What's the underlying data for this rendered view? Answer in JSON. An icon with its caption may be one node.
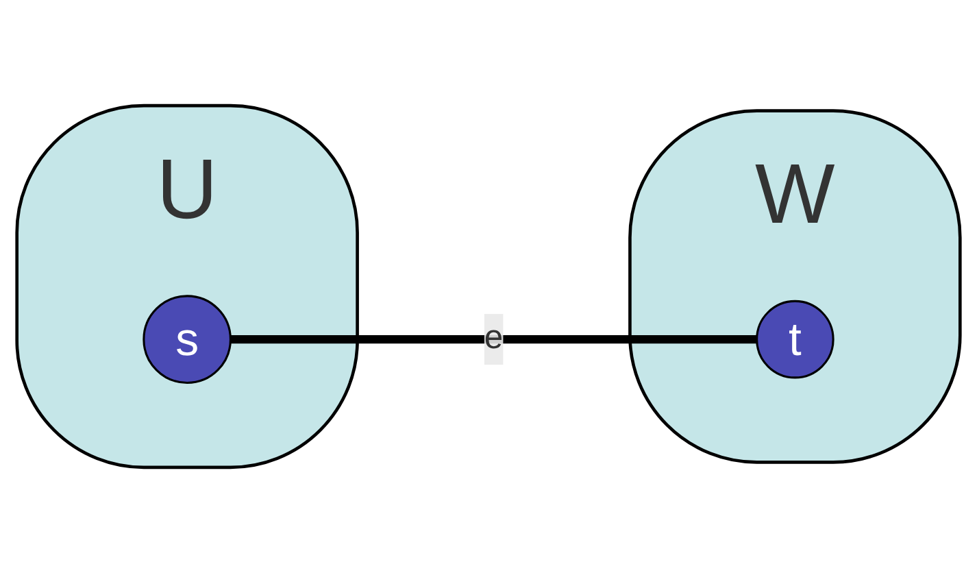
{
  "diagram": {
    "nodes": [
      {
        "text": [
          "U"
        ]
      },
      {
        "text": [
          "s"
        ],
        "in": 0
      },
      {
        "text": [
          "W"
        ]
      },
      {
        "text": [
          "t"
        ],
        "in": 2
      }
    ],
    "edges": [
      {
        "from": 1,
        "to": 3,
        "arrow": "none",
        "label": "e"
      }
    ]
  }
}
